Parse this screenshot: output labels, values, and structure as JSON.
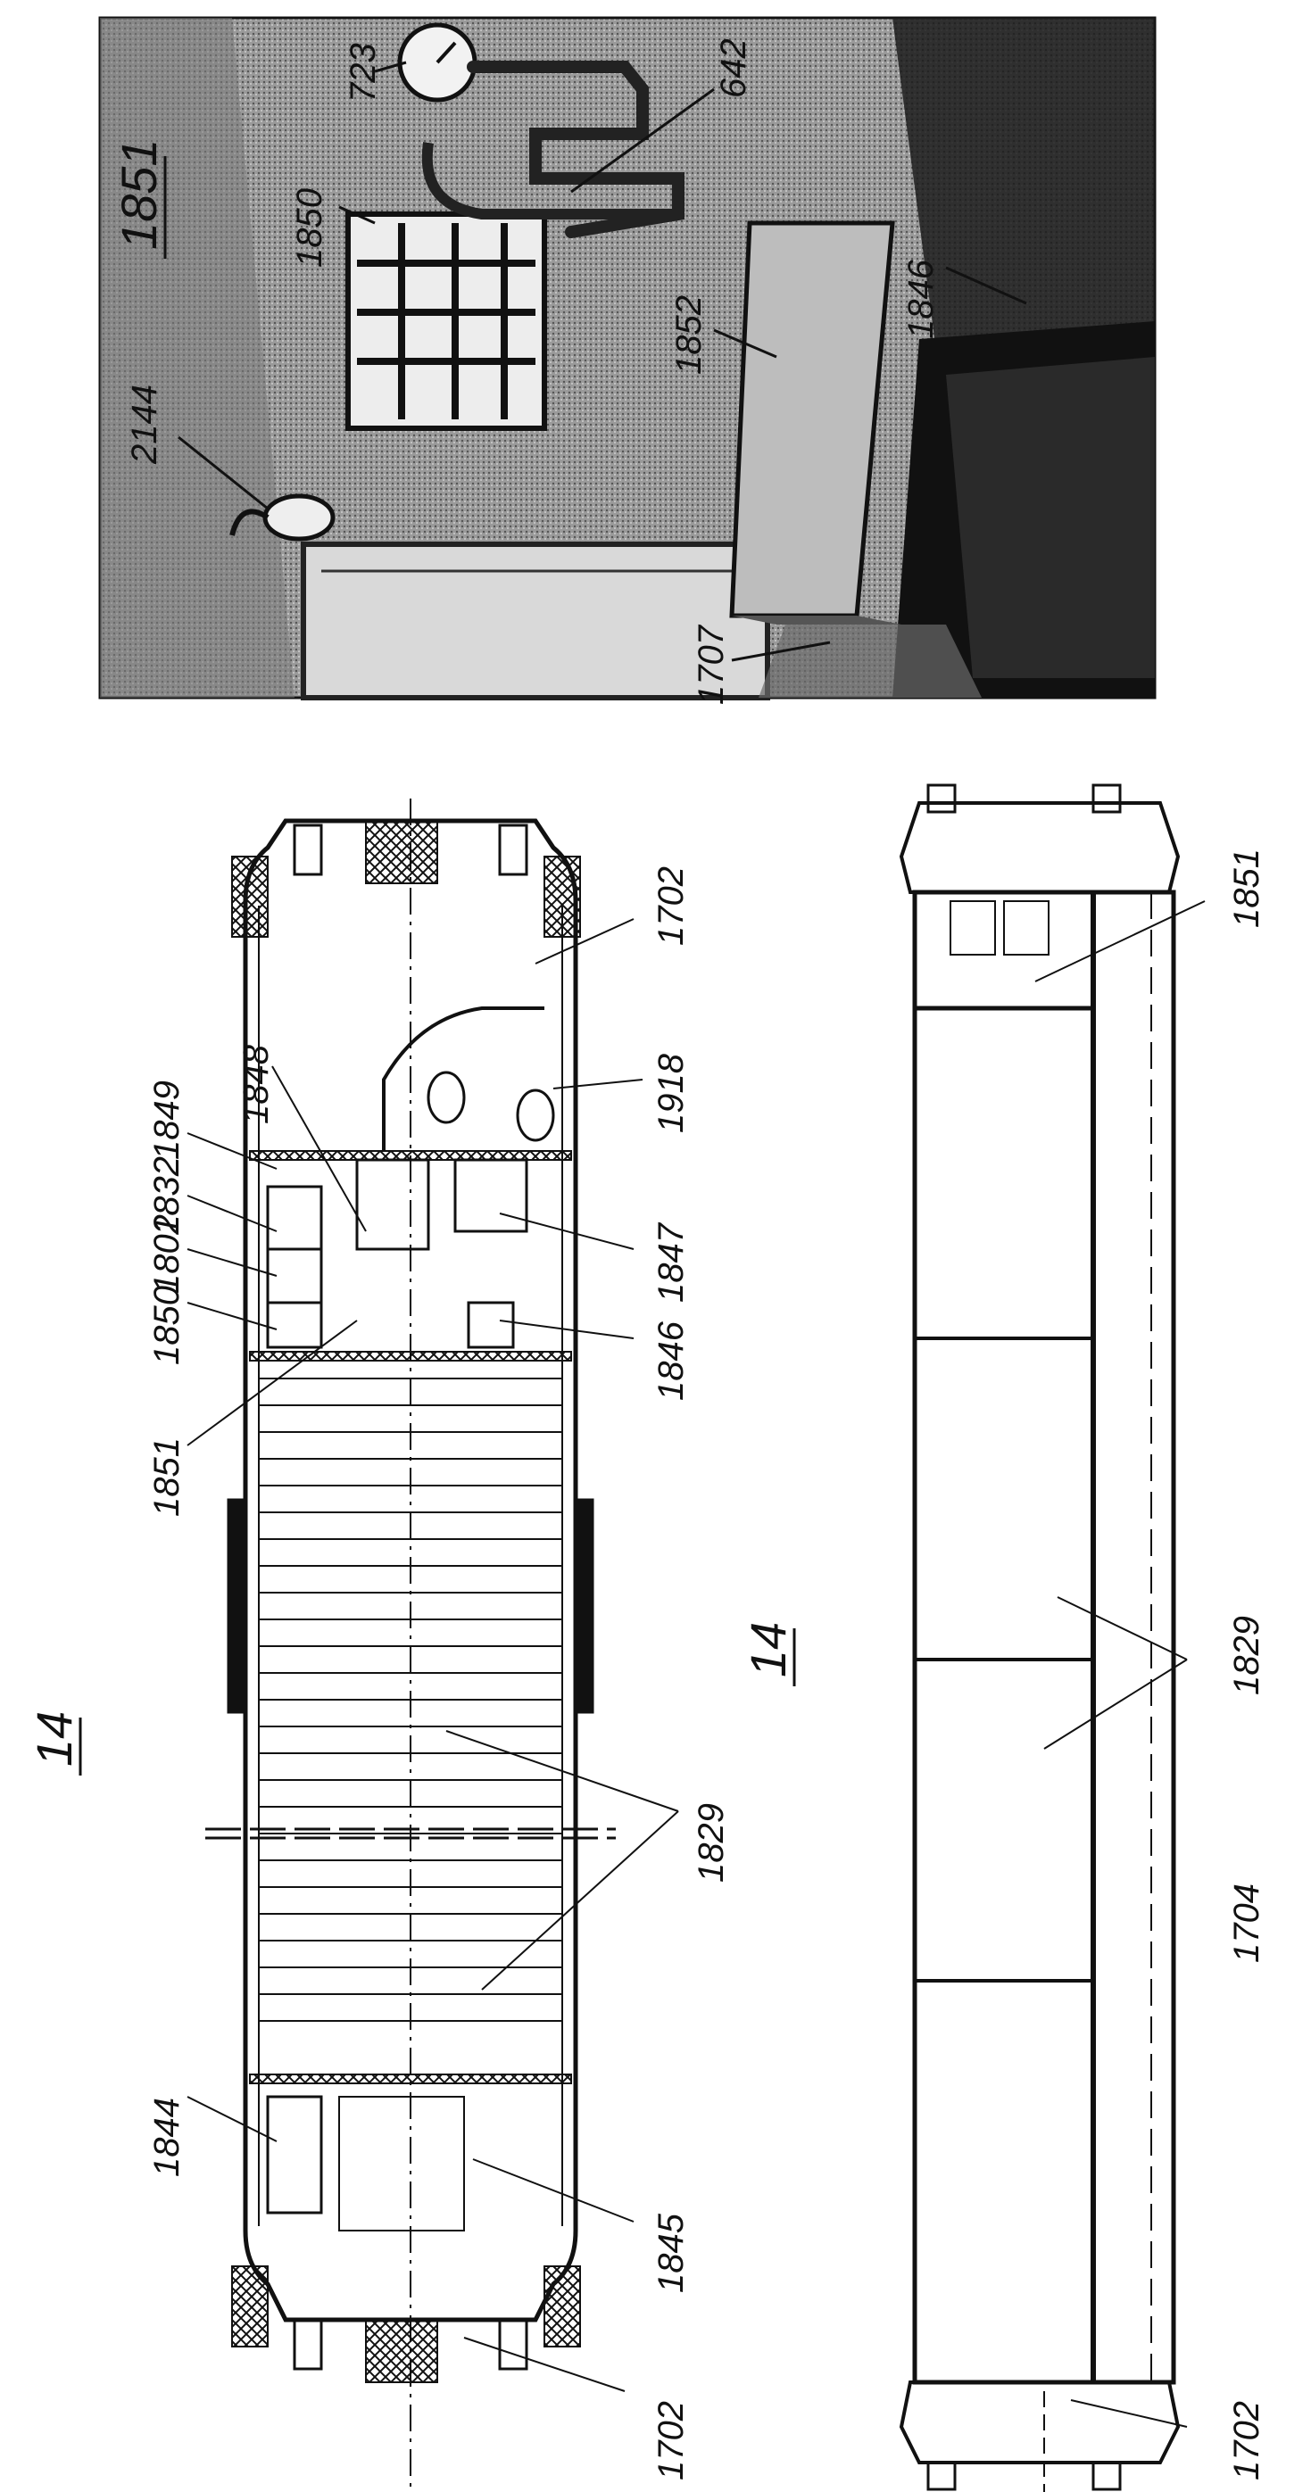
{
  "photo": {
    "labels": {
      "l1851": "1851",
      "l723": "723",
      "l642": "642",
      "l1850": "1850",
      "l2144": "2144",
      "l1852": "1852",
      "l1846": "1846",
      "l1707": "1707"
    }
  },
  "plan_view": {
    "figure_number": "14",
    "labels": {
      "l1702a": "1702",
      "l1918": "1918",
      "l1848": "1848",
      "l1849": "1849",
      "l1832": "1832",
      "l1802": "1802",
      "l1850": "1850",
      "l1847": "1847",
      "l1846": "1846",
      "l1851": "1851",
      "l1829": "1829",
      "l1844": "1844",
      "l1845": "1845",
      "l1702b": "1702"
    }
  },
  "side_view": {
    "figure_number": "14",
    "labels": {
      "l1851": "1851",
      "l1829": "1829",
      "l1704": "1704",
      "l1702": "1702"
    }
  },
  "colors": {
    "ink": "#111111",
    "paper": "#ffffff",
    "photo_dark": "#1c1c1c",
    "photo_mid": "#7a7a7a",
    "photo_light": "#c9c9c9"
  }
}
